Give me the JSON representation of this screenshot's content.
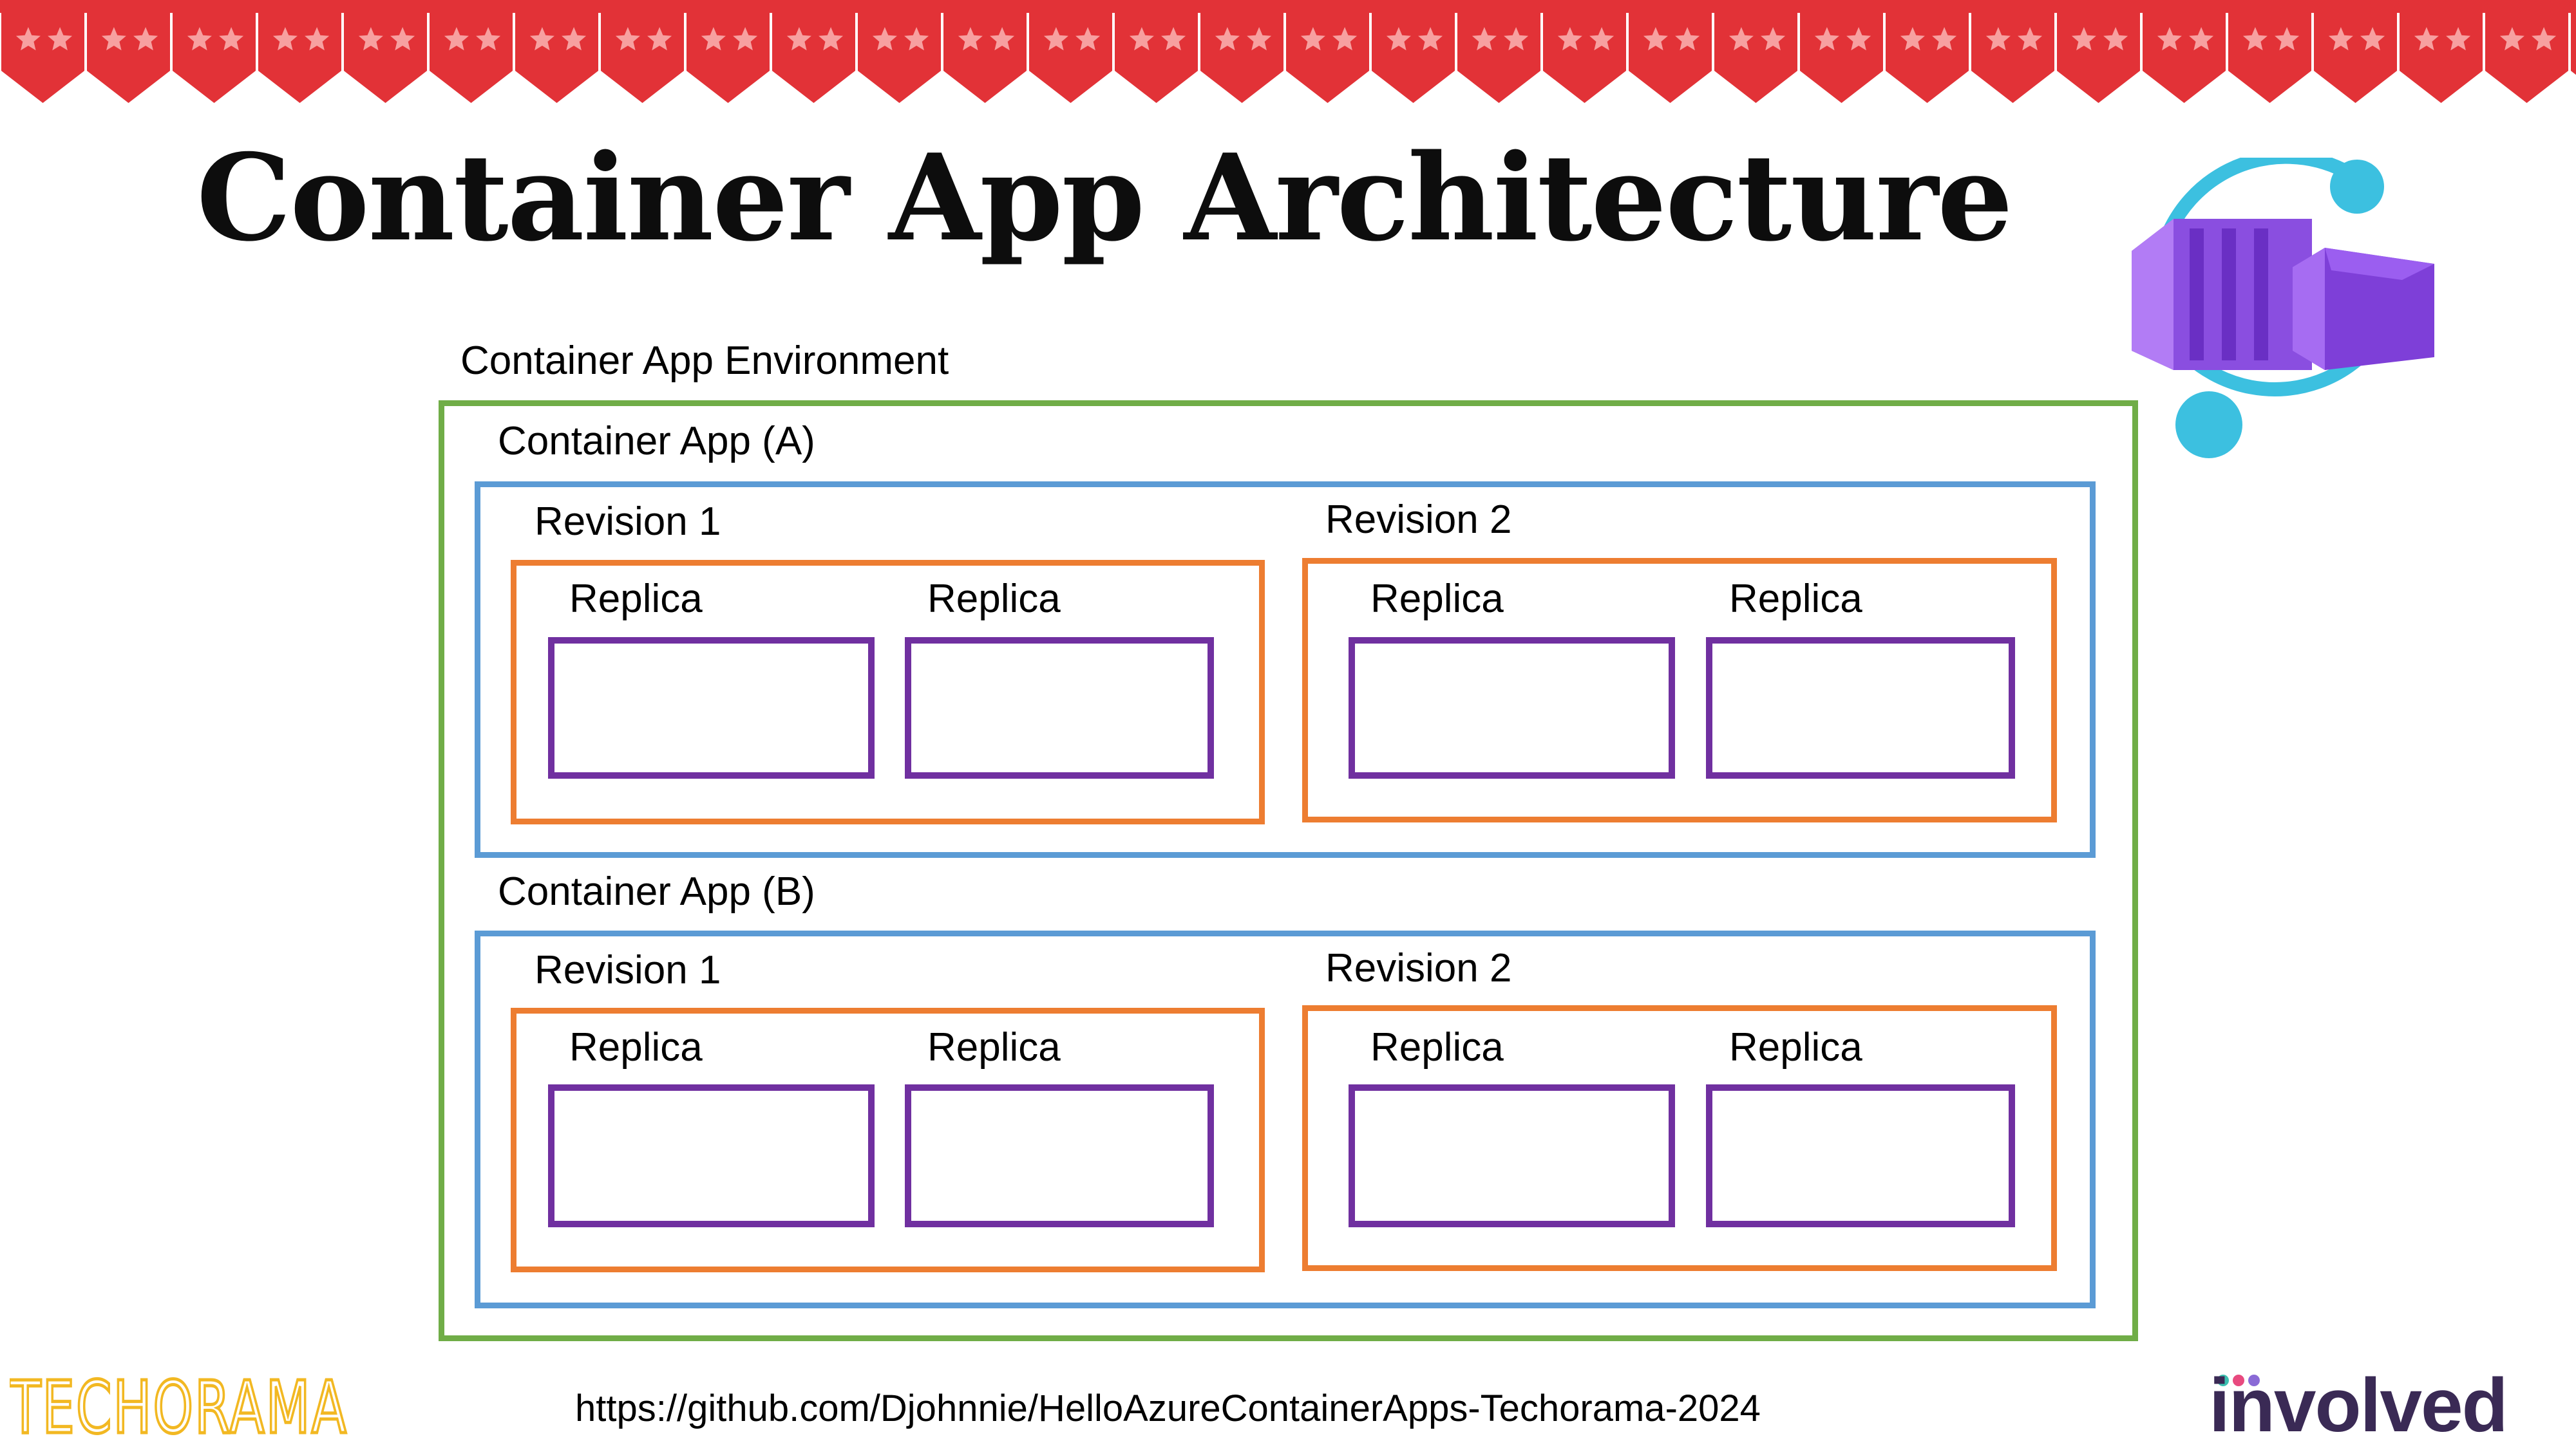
{
  "slide": {
    "title": "Container App Architecture",
    "environment_label": "Container App Environment",
    "apps": [
      {
        "label": "Container App (A)",
        "revisions": [
          {
            "label": "Revision 1",
            "replicas": [
              "Replica",
              "Replica"
            ]
          },
          {
            "label": "Revision 2",
            "replicas": [
              "Replica",
              "Replica"
            ]
          }
        ]
      },
      {
        "label": "Container App (B)",
        "revisions": [
          {
            "label": "Revision 1",
            "replicas": [
              "Replica",
              "Replica"
            ]
          },
          {
            "label": "Revision 2",
            "replicas": [
              "Replica",
              "Replica"
            ]
          }
        ]
      }
    ],
    "url": "https://github.com/Djohnnie/HelloAzureContainerApps-Techorama-2024"
  },
  "footer": {
    "left_logo": "TECHORAMA",
    "right_logo": "involved"
  },
  "colors": {
    "environment_border": "#70ad47",
    "app_border": "#5b9bd5",
    "revision_border": "#ed7d31",
    "replica_border": "#7030a0",
    "bunting": "#e23237"
  },
  "icons": {
    "top_banner": "bunting-icon",
    "azure_container_apps": "azure-container-apps-icon"
  }
}
